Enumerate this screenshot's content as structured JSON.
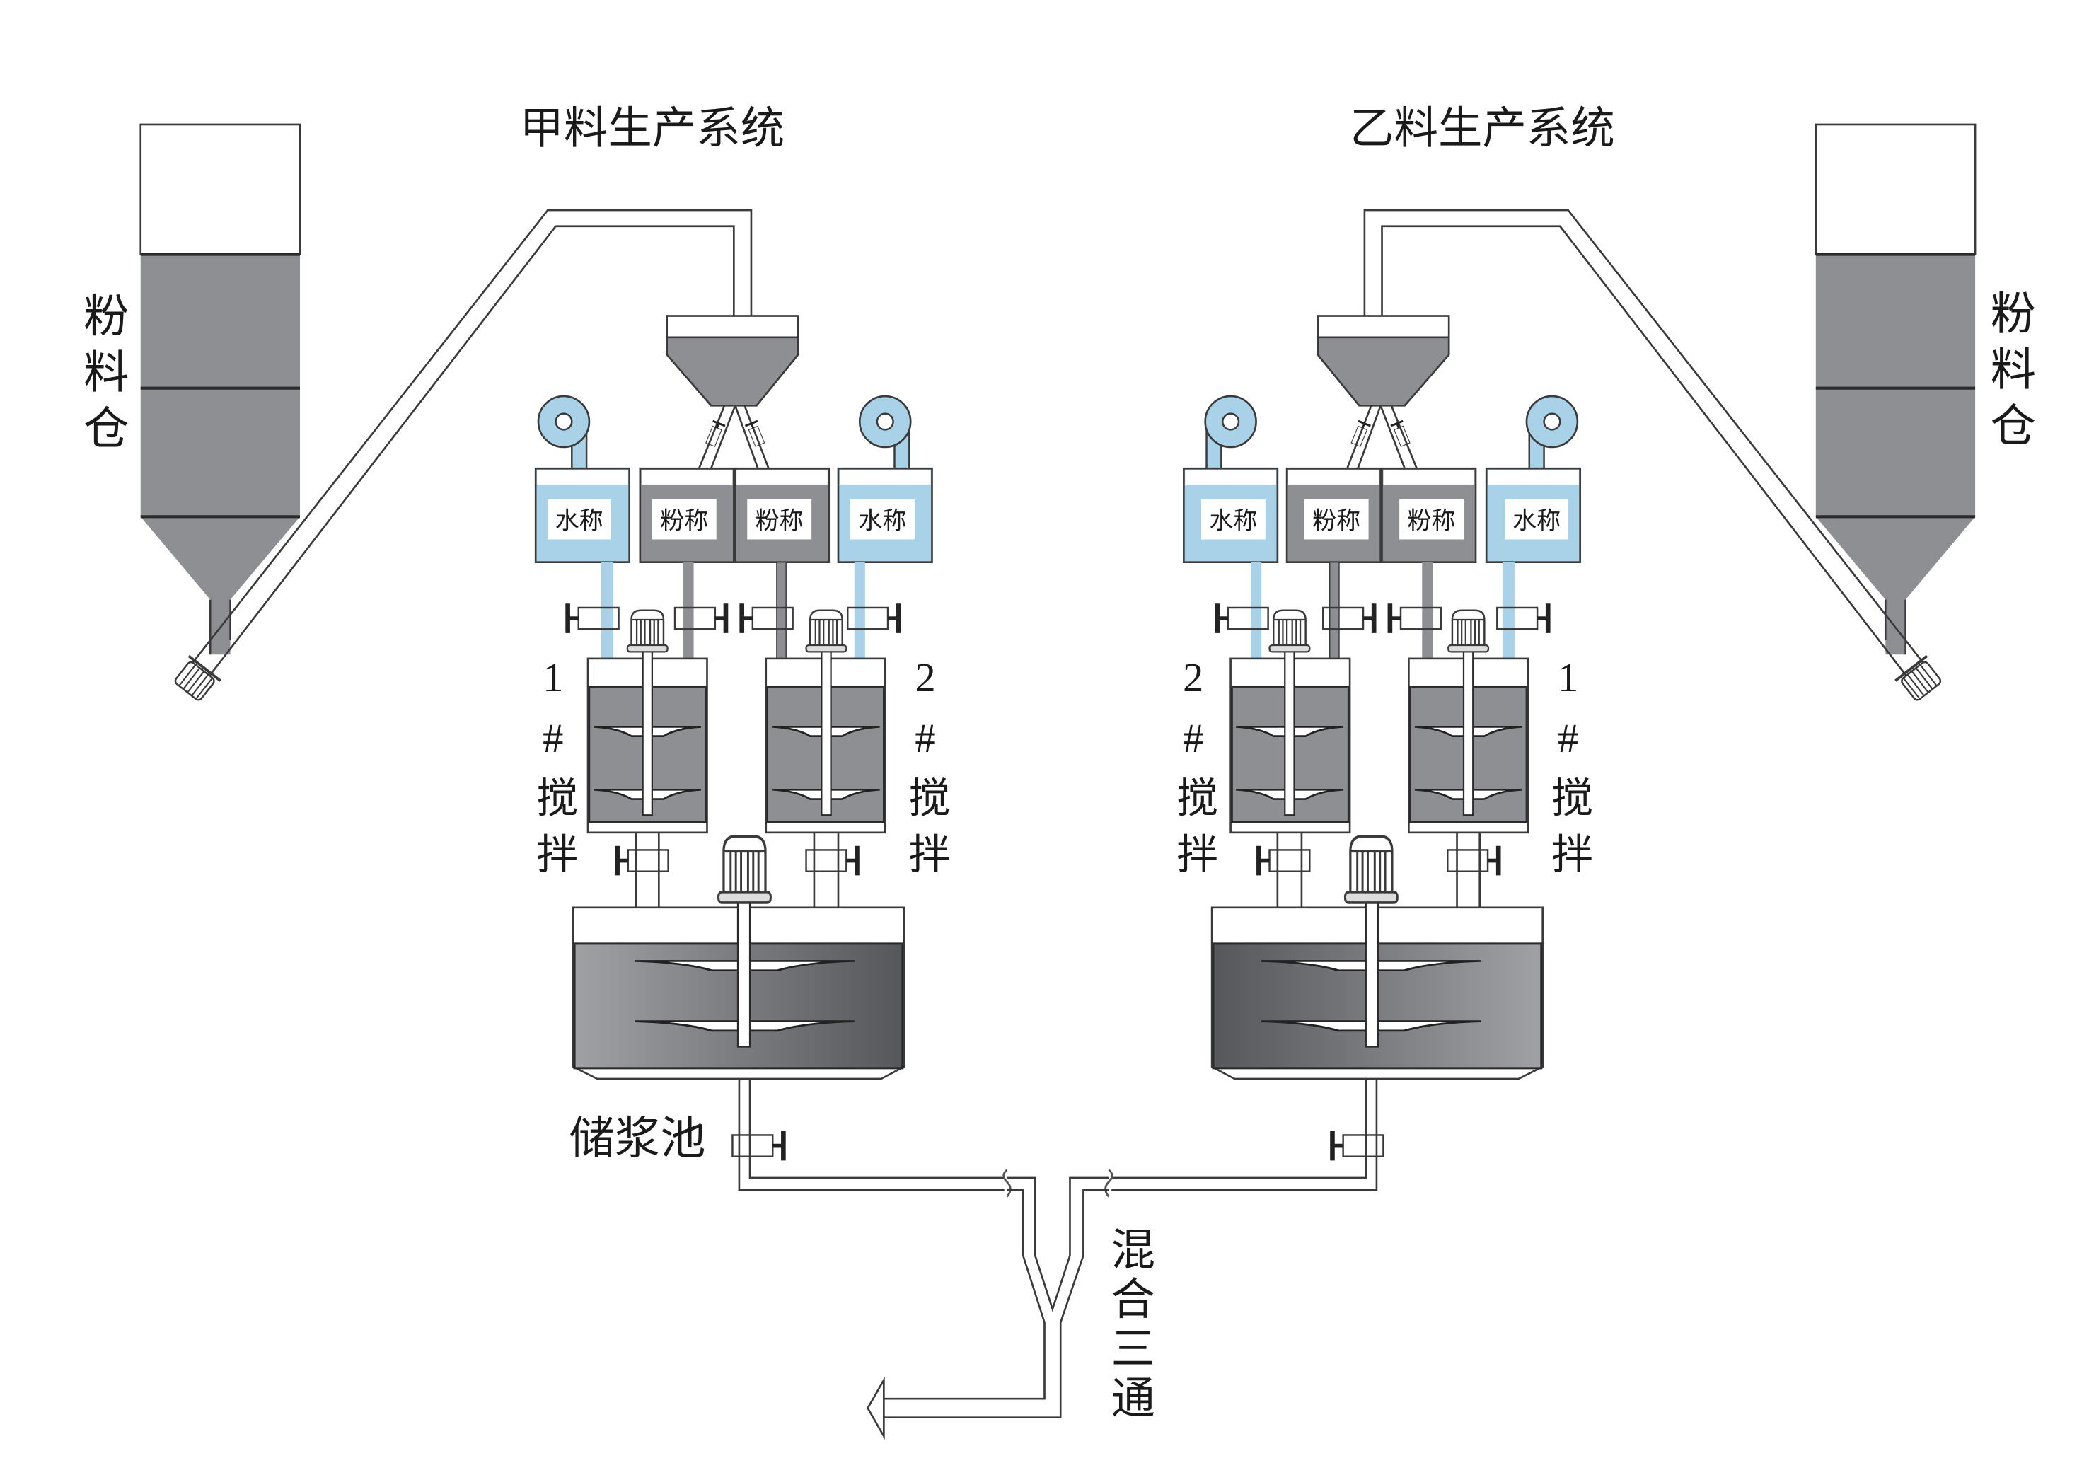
{
  "systems": [
    {
      "title": "甲料生产系统",
      "silo_label": "粉料仓",
      "scales": [
        "水称",
        "粉称",
        "粉称",
        "水称"
      ],
      "mixers": [
        "1#搅拌",
        "2#搅拌"
      ]
    },
    {
      "title": "乙料生产系统",
      "silo_label": "粉料仓",
      "scales": [
        "水称",
        "粉称",
        "粉称",
        "水称"
      ],
      "mixers": [
        "2#搅拌",
        "1#搅拌"
      ]
    }
  ],
  "storage_tank_label": "储浆池",
  "mixing_tee_label": "混合三通",
  "colors": {
    "water": "#a9d2e8",
    "material": "#8e8f93",
    "outline": "#3a3a3a",
    "tank_light": "#9d9ea1",
    "tank_dark": "#55575a"
  }
}
